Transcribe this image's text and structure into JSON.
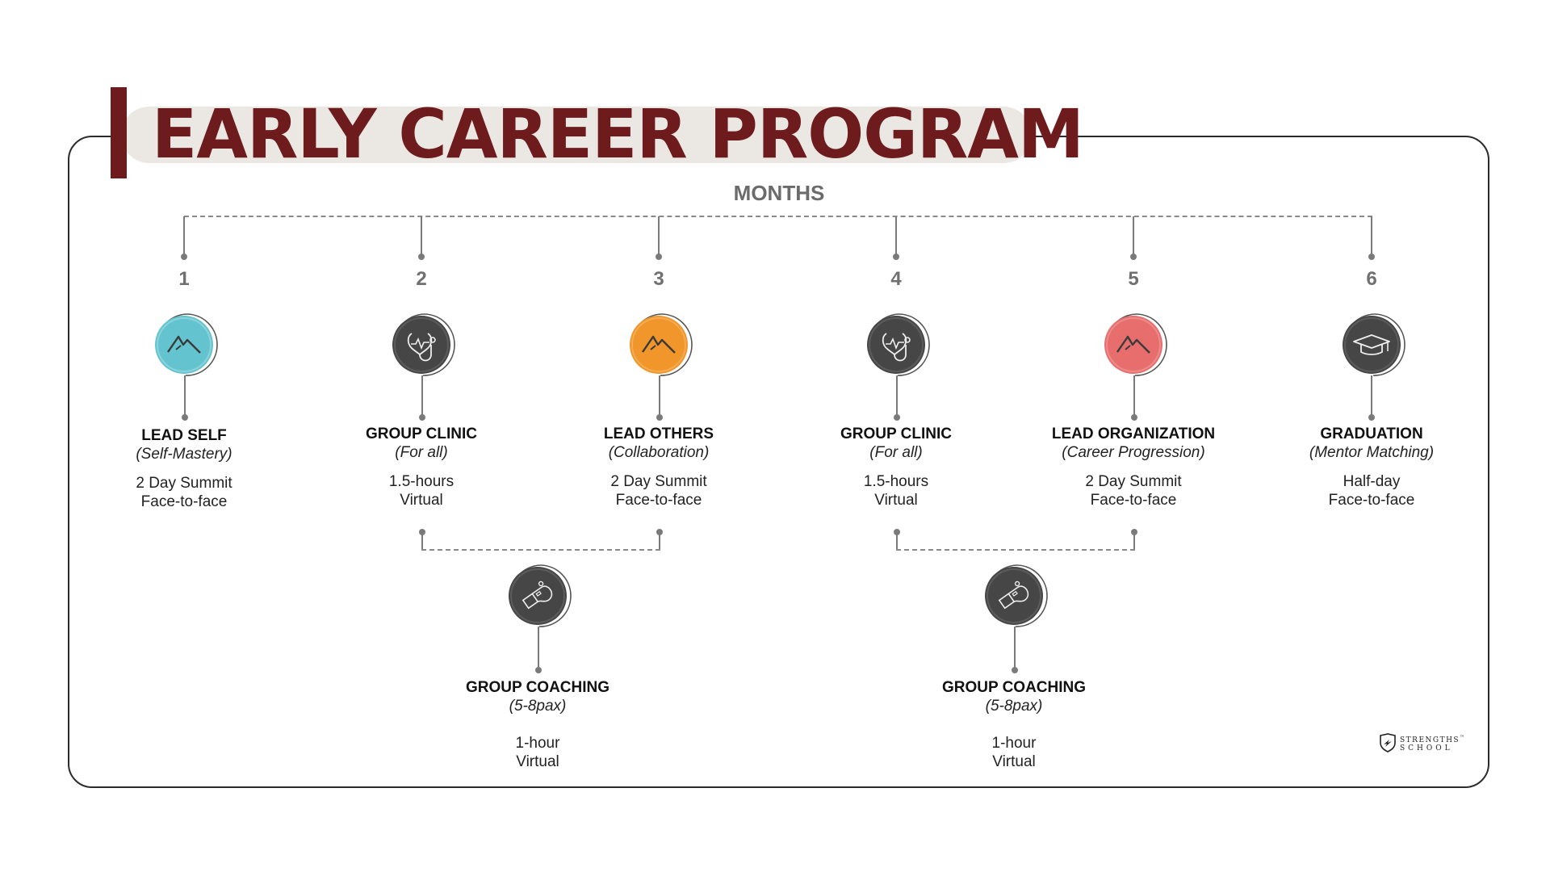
{
  "header": {
    "title": "EARLY CAREER PROGRAM",
    "title_color": "#6e1b1e",
    "pill_color": "#ebe8e3"
  },
  "timeline": {
    "axis_label": "MONTHS",
    "months": [
      {
        "number": "1",
        "icon": "mountain-icon",
        "icon_color": "#63c4cf",
        "title": "LEAD SELF",
        "subtitle": "(Self-Mastery)",
        "detail_1": "2 Day Summit",
        "detail_2": "Face-to-face"
      },
      {
        "number": "2",
        "icon": "stethoscope-icon",
        "icon_color": "#464646",
        "title": "GROUP CLINIC",
        "subtitle": "(For all)",
        "detail_1": "1.5-hours",
        "detail_2": "Virtual"
      },
      {
        "number": "3",
        "icon": "mountain-icon",
        "icon_color": "#f0962a",
        "title": "LEAD OTHERS",
        "subtitle": "(Collaboration)",
        "detail_1": "2 Day Summit",
        "detail_2": "Face-to-face"
      },
      {
        "number": "4",
        "icon": "stethoscope-icon",
        "icon_color": "#464646",
        "title": "GROUP CLINIC",
        "subtitle": "(For all)",
        "detail_1": "1.5-hours",
        "detail_2": "Virtual"
      },
      {
        "number": "5",
        "icon": "mountain-icon",
        "icon_color": "#e86e6e",
        "title": "LEAD ORGANIZATION",
        "subtitle": "(Career Progression)",
        "detail_1": "2 Day Summit",
        "detail_2": "Face-to-face"
      },
      {
        "number": "6",
        "icon": "graduation-cap-icon",
        "icon_color": "#464646",
        "title": "GRADUATION",
        "subtitle": "(Mentor Matching)",
        "detail_1": "Half-day",
        "detail_2": "Face-to-face"
      }
    ],
    "coaching": [
      {
        "icon": "whistle-icon",
        "icon_color": "#464646",
        "title": "GROUP COACHING",
        "subtitle": "(5-8pax)",
        "detail_1": "1-hour",
        "detail_2": "Virtual"
      },
      {
        "icon": "whistle-icon",
        "icon_color": "#464646",
        "title": "GROUP COACHING",
        "subtitle": "(5-8pax)",
        "detail_1": "1-hour",
        "detail_2": "Virtual"
      }
    ]
  },
  "footer": {
    "logo_line_1": "STRENGTHS",
    "logo_tm": "™",
    "logo_line_2": "SCHOOL"
  }
}
